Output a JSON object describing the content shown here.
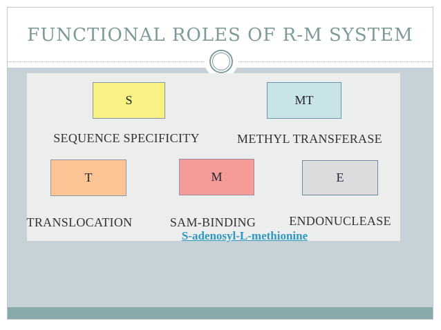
{
  "slide": {
    "title": "FUNCTIONAL ROLES OF R-M SYSTEM",
    "colors": {
      "title_text": "#7d9a99",
      "body_bg": "#c7d2d8",
      "footer_bar": "#88a9a9",
      "panel_bg": "#eceded",
      "note_link": "#2d98c1"
    },
    "diagram": {
      "row1": [
        {
          "abbr": "S",
          "label": "SEQUENCE SPECIFICITY",
          "fill": "#f7f283"
        },
        {
          "abbr": "MT",
          "label": "METHYL TRANSFERASE",
          "fill": "#c8e4e6"
        }
      ],
      "row2": [
        {
          "abbr": "T",
          "label": "TRANSLOCATION",
          "fill": "#fac495"
        },
        {
          "abbr": "M",
          "label": "SAM-BINDING",
          "fill": "#f59b98"
        },
        {
          "abbr": "E",
          "label": "ENDONUCLEASE",
          "fill": "#dbdcde"
        }
      ],
      "note": "S-adenosyl-L-methionine"
    }
  }
}
